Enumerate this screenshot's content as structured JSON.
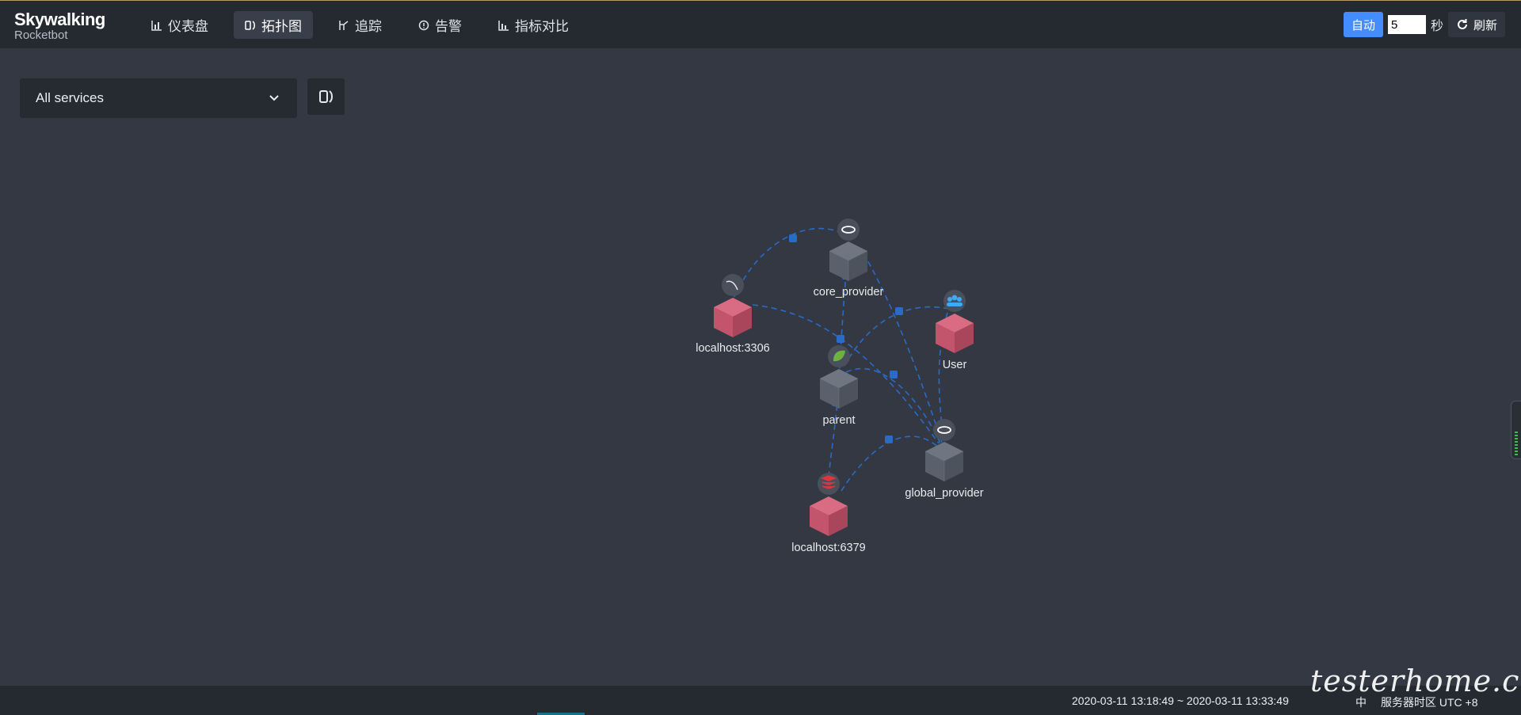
{
  "header": {
    "logo_title": "Skywalking",
    "logo_sub": "Rocketbot",
    "nav": [
      {
        "label": "仪表盘",
        "icon": "chart-icon"
      },
      {
        "label": "拓扑图",
        "icon": "topology-icon",
        "active": true
      },
      {
        "label": "追踪",
        "icon": "trace-icon"
      },
      {
        "label": "告警",
        "icon": "alarm-icon"
      },
      {
        "label": "指标对比",
        "icon": "compare-chart-icon"
      }
    ],
    "auto_label": "自动",
    "interval_value": "5",
    "seconds_label": "秒",
    "refresh_label": "刷新"
  },
  "toolbar": {
    "service_select_value": "All services"
  },
  "topology": {
    "nodes": [
      {
        "name": "core_provider",
        "icon": "dubbo-icon",
        "color": "#5f6672"
      },
      {
        "name": "localhost:3306",
        "icon": "mysql-icon",
        "color": "#c9596f"
      },
      {
        "name": "User",
        "icon": "users-icon",
        "color": "#c9596f"
      },
      {
        "name": "parent",
        "icon": "spring-leaf-icon",
        "color": "#5f6672"
      },
      {
        "name": "global_provider",
        "icon": "dubbo-icon",
        "color": "#5f6672"
      },
      {
        "name": "localhost:6379",
        "icon": "redis-icon",
        "color": "#c9596f"
      }
    ],
    "link_color": "#2a6bc7"
  },
  "footer": {
    "time_range": "2020-03-11 13:18:49 ~ 2020-03-11 13:33:49",
    "lang": "中",
    "timezone": "服务器时区 UTC +8"
  },
  "watermark": "testerhome.com",
  "colors": {
    "accent": "#448dfe",
    "background": "#333843",
    "header_bg": "#252a31"
  }
}
